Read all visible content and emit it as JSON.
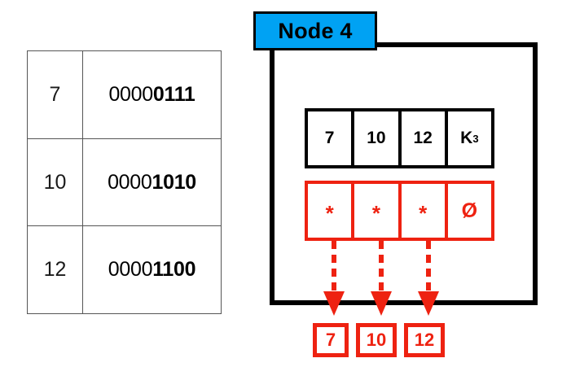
{
  "colors": {
    "red": "#EE2211",
    "blue_badge": "#00A2F3",
    "black": "#000000",
    "table_border": "#555555",
    "background": "#FFFFFF"
  },
  "binary_table": {
    "rows": [
      {
        "decimal": "7",
        "binary": "00000111",
        "binary_prefix": "0000",
        "binary_suffix": "0111"
      },
      {
        "decimal": "10",
        "binary": "00001010",
        "binary_prefix": "0000",
        "binary_suffix": "1010"
      },
      {
        "decimal": "12",
        "binary": "00001100",
        "binary_prefix": "0000",
        "binary_suffix": "1100"
      }
    ]
  },
  "node": {
    "badge_label": "Node 4",
    "key_row": {
      "cells": [
        {
          "text": "7",
          "sub": ""
        },
        {
          "text": "10",
          "sub": ""
        },
        {
          "text": "12",
          "sub": ""
        },
        {
          "text": "K",
          "sub": "3"
        }
      ]
    },
    "pointer_row": {
      "cells": [
        {
          "symbol": "*",
          "kind": "star"
        },
        {
          "symbol": "*",
          "kind": "star"
        },
        {
          "symbol": "*",
          "kind": "star"
        },
        {
          "symbol": "Ø",
          "kind": "nil"
        }
      ]
    }
  },
  "leaves": [
    {
      "value": "7"
    },
    {
      "value": "10"
    },
    {
      "value": "12"
    }
  ]
}
